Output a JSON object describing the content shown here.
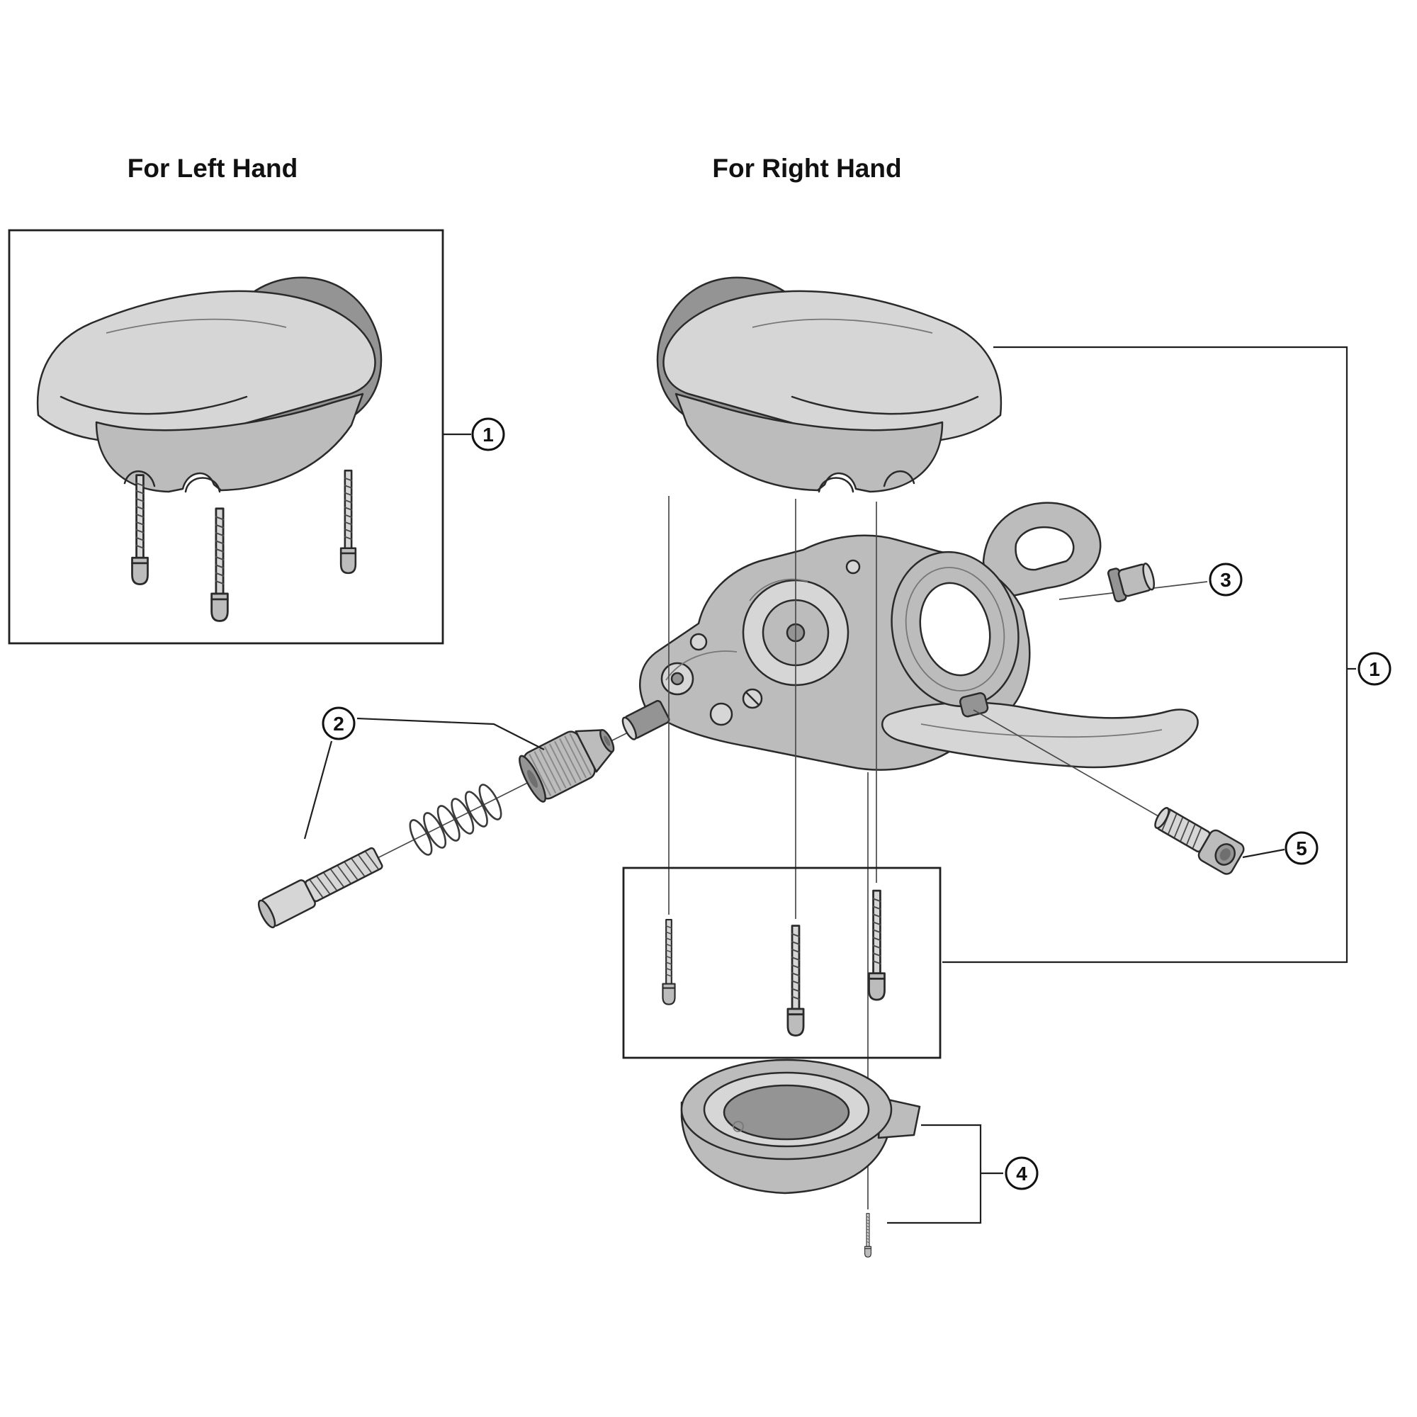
{
  "page": {
    "background": "#ffffff"
  },
  "diagram": {
    "left_section_title": "For Left Hand",
    "right_section_title": "For Right Hand",
    "callouts": {
      "c1_left": "1",
      "c2": "2",
      "c3": "3",
      "c1_right": "1",
      "c4": "4",
      "c5": "5"
    },
    "colors": {
      "line": "#2a2a2a",
      "part_light": "#d6d6d6",
      "part_mid": "#bcbcbc",
      "part_dark": "#949494",
      "background": "#ffffff"
    }
  }
}
